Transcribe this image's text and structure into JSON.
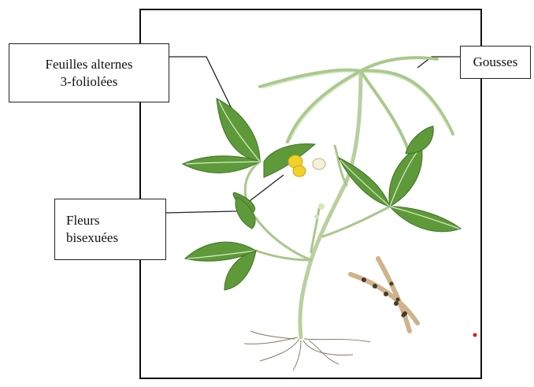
{
  "labels": {
    "leaves_line1": "Feuilles alternes",
    "leaves_line2": "3-foliolées",
    "flowers_line1": "Fleurs",
    "flowers_line2": "bisexuées",
    "pods": "Gousses"
  },
  "colors": {
    "leaf": "#5e9a3a",
    "flower": "#f2d12a",
    "stem": "#b9cfa0",
    "dry_pod": "#cfb38a",
    "marker_dot": "#e02020"
  }
}
